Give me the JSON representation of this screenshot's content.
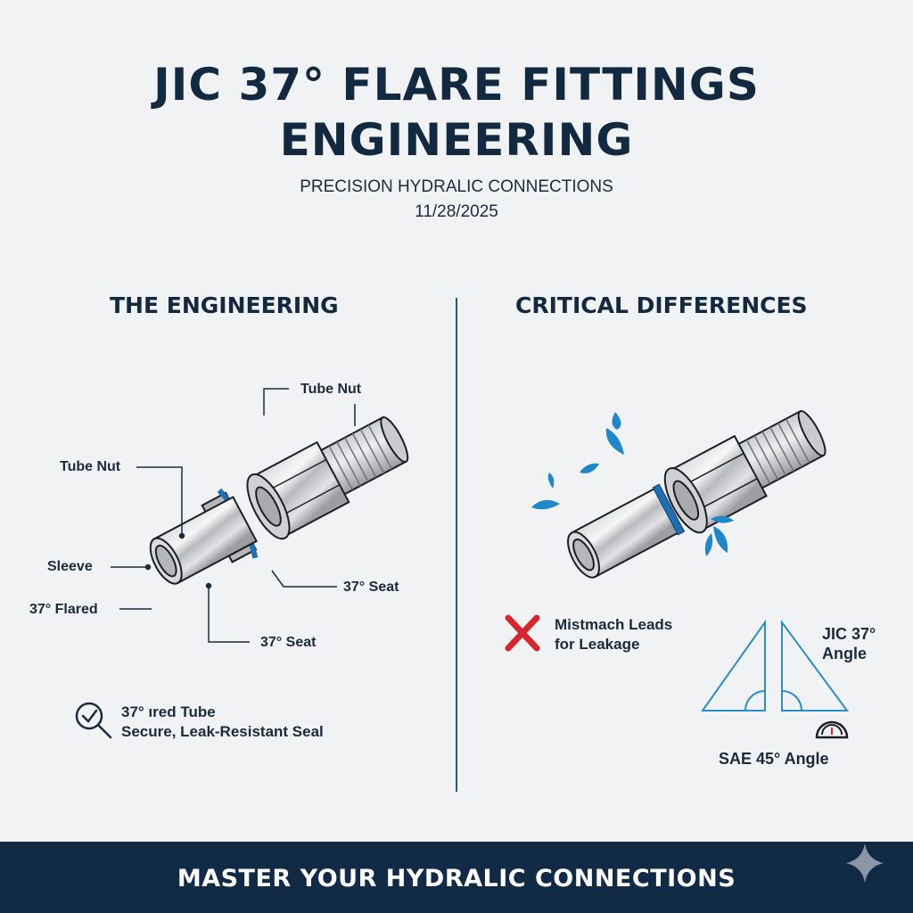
{
  "header": {
    "title_line1": "JIC 37° FLARE FITTINGS",
    "title_line2": "ENGINEERING",
    "subtitle": "PRECISION HYDRALIC CONNECTIONS",
    "date": "11/28/2025"
  },
  "left_panel": {
    "heading": "THE ENGINEERING",
    "labels": {
      "tube_nut_top": "Tube Nut",
      "tube_nut_left": "Tube Nut",
      "sleeve": "Sleeve",
      "flared": "37° Flared",
      "seat_right": "37° Seat",
      "seat_bottom": "37° Seat"
    },
    "note": {
      "icon": "magnifier-check-icon",
      "line1": "37° ıred Tube",
      "line2": "Secure, Leak-Resistant Seal"
    }
  },
  "right_panel": {
    "heading": "CRITICAL DIFFERENCES",
    "warning": {
      "icon": "red-x-icon",
      "line1": "Mistmach Leads",
      "line2": "for Leakage"
    },
    "angles": {
      "jic_line1": "JIC 37°",
      "jic_line2": "Angle",
      "sae": "SAE 45° Angle",
      "icon": "protractor-gauge-icon"
    }
  },
  "footer": {
    "text": "MASTER YOUR HYDRALIC CONNECTIONS",
    "icon": "sparkle-icon"
  },
  "colors": {
    "navy": "#13293f",
    "footer_bg": "#112b46",
    "accent_blue": "#1e88c8",
    "seal_blue": "#1f6fb5",
    "error_red": "#d9262c",
    "divider": "#1d5a8a"
  }
}
